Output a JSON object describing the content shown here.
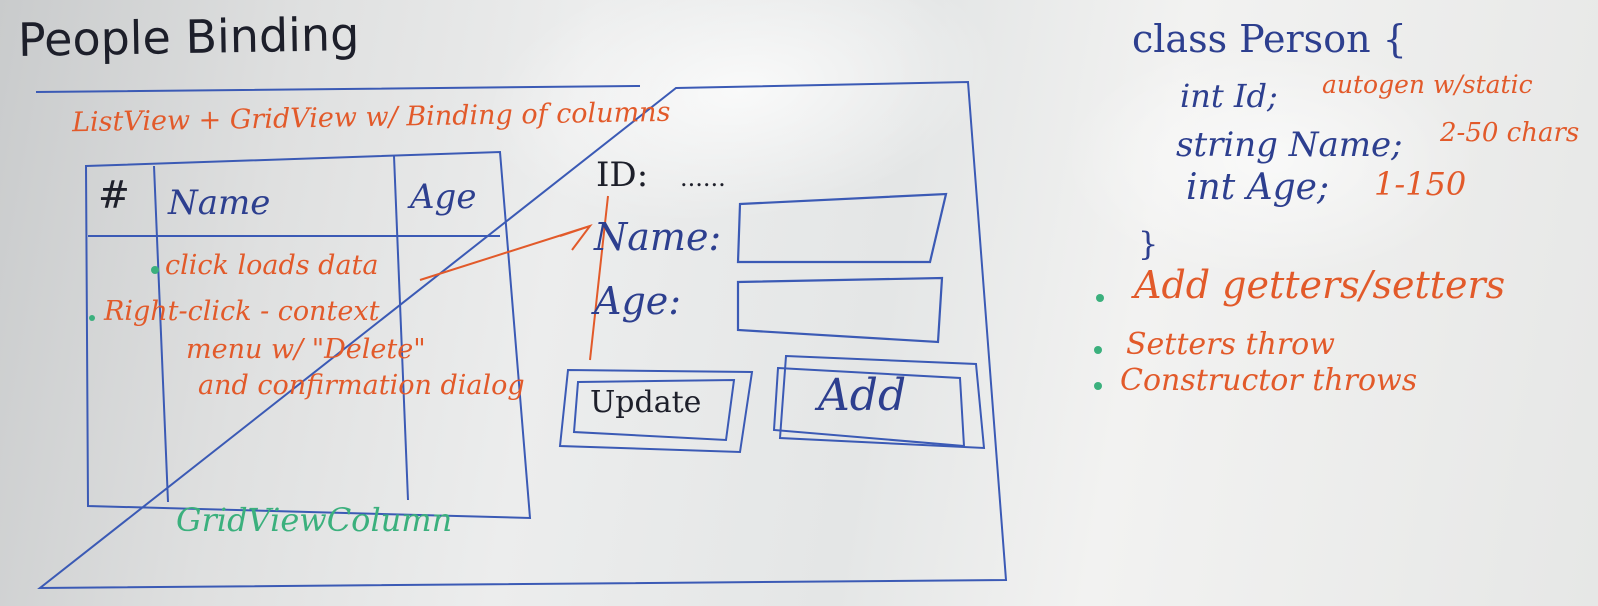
{
  "title": "People Binding",
  "window": {
    "caption": "ListView + GridView w/ Binding of columns",
    "grid": {
      "columns": [
        "#",
        "Name",
        "Age"
      ],
      "notes": [
        "click loads data",
        "Right-click - context",
        "menu w/ \"Delete\"",
        "and confirmation dialog"
      ],
      "footer": "GridViewColumn"
    },
    "form": {
      "id_label": "ID:",
      "id_value": "......",
      "name_label": "Name:",
      "age_label": "Age:",
      "update_button": "Update",
      "add_button": "Add"
    }
  },
  "class_def": {
    "header": "class Person {",
    "fields": [
      {
        "decl": "int Id;",
        "note": "autogen w/static"
      },
      {
        "decl": "string Name;",
        "note": "2-50 chars"
      },
      {
        "decl": "int Age;",
        "note": "1-150"
      }
    ],
    "close": "}",
    "bullets": [
      "Add getters/setters",
      "Setters throw",
      "Constructor throws"
    ]
  },
  "colors": {
    "ink_blue": "#2d3f8f",
    "ink_black": "#1d1f2a",
    "ink_orange": "#e25a2a",
    "ink_green": "#3bb07d"
  }
}
